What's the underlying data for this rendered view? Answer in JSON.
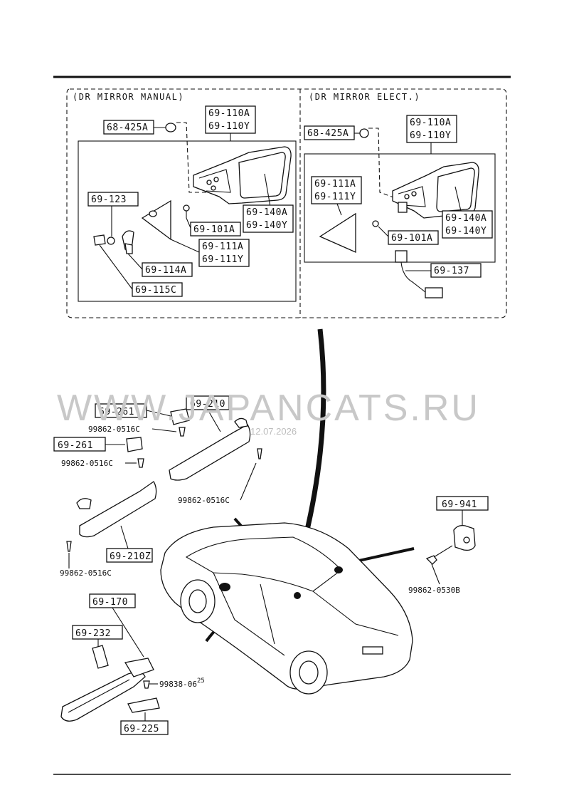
{
  "sections": {
    "manual_title": "(DR MIRROR MANUAL)",
    "elect_title": "(DR MIRROR ELECT.)"
  },
  "manual": {
    "p68425": "68-425A",
    "p69110a": "69-110A",
    "p69110y": "69-110Y",
    "p69123": "69-123",
    "p69140a": "69-140A",
    "p69140y": "69-140Y",
    "p69101": "69-101A",
    "p69111a": "69-111A",
    "p69111y": "69-111Y",
    "p69114": "69-114A",
    "p69115": "69-115C"
  },
  "elect": {
    "p68425": "68-425A",
    "p69110a": "69-110A",
    "p69110y": "69-110Y",
    "p69111a": "69-111A",
    "p69111y": "69-111Y",
    "p69140a": "69-140A",
    "p69140y": "69-140Y",
    "p69101": "69-101A",
    "p69137": "69-137"
  },
  "lower": {
    "p69261a": "69-261",
    "p69261b": "69-261",
    "p69210": "69-210",
    "p69210z": "69-210Z",
    "screw1": "99862-0516C",
    "screw2": "99862-0516C",
    "screw3": "99862-0516C",
    "screw4": "99862-0516C",
    "p69941": "69-941",
    "screw5": "99862-0530B",
    "p69170": "69-170",
    "p69232": "69-232",
    "screw6": "99838-06",
    "screw6_sup": "25",
    "p69225": "69-225"
  },
  "watermark": {
    "text": "WWW.JAPANCATS.RU",
    "date": "12.07.2026"
  }
}
